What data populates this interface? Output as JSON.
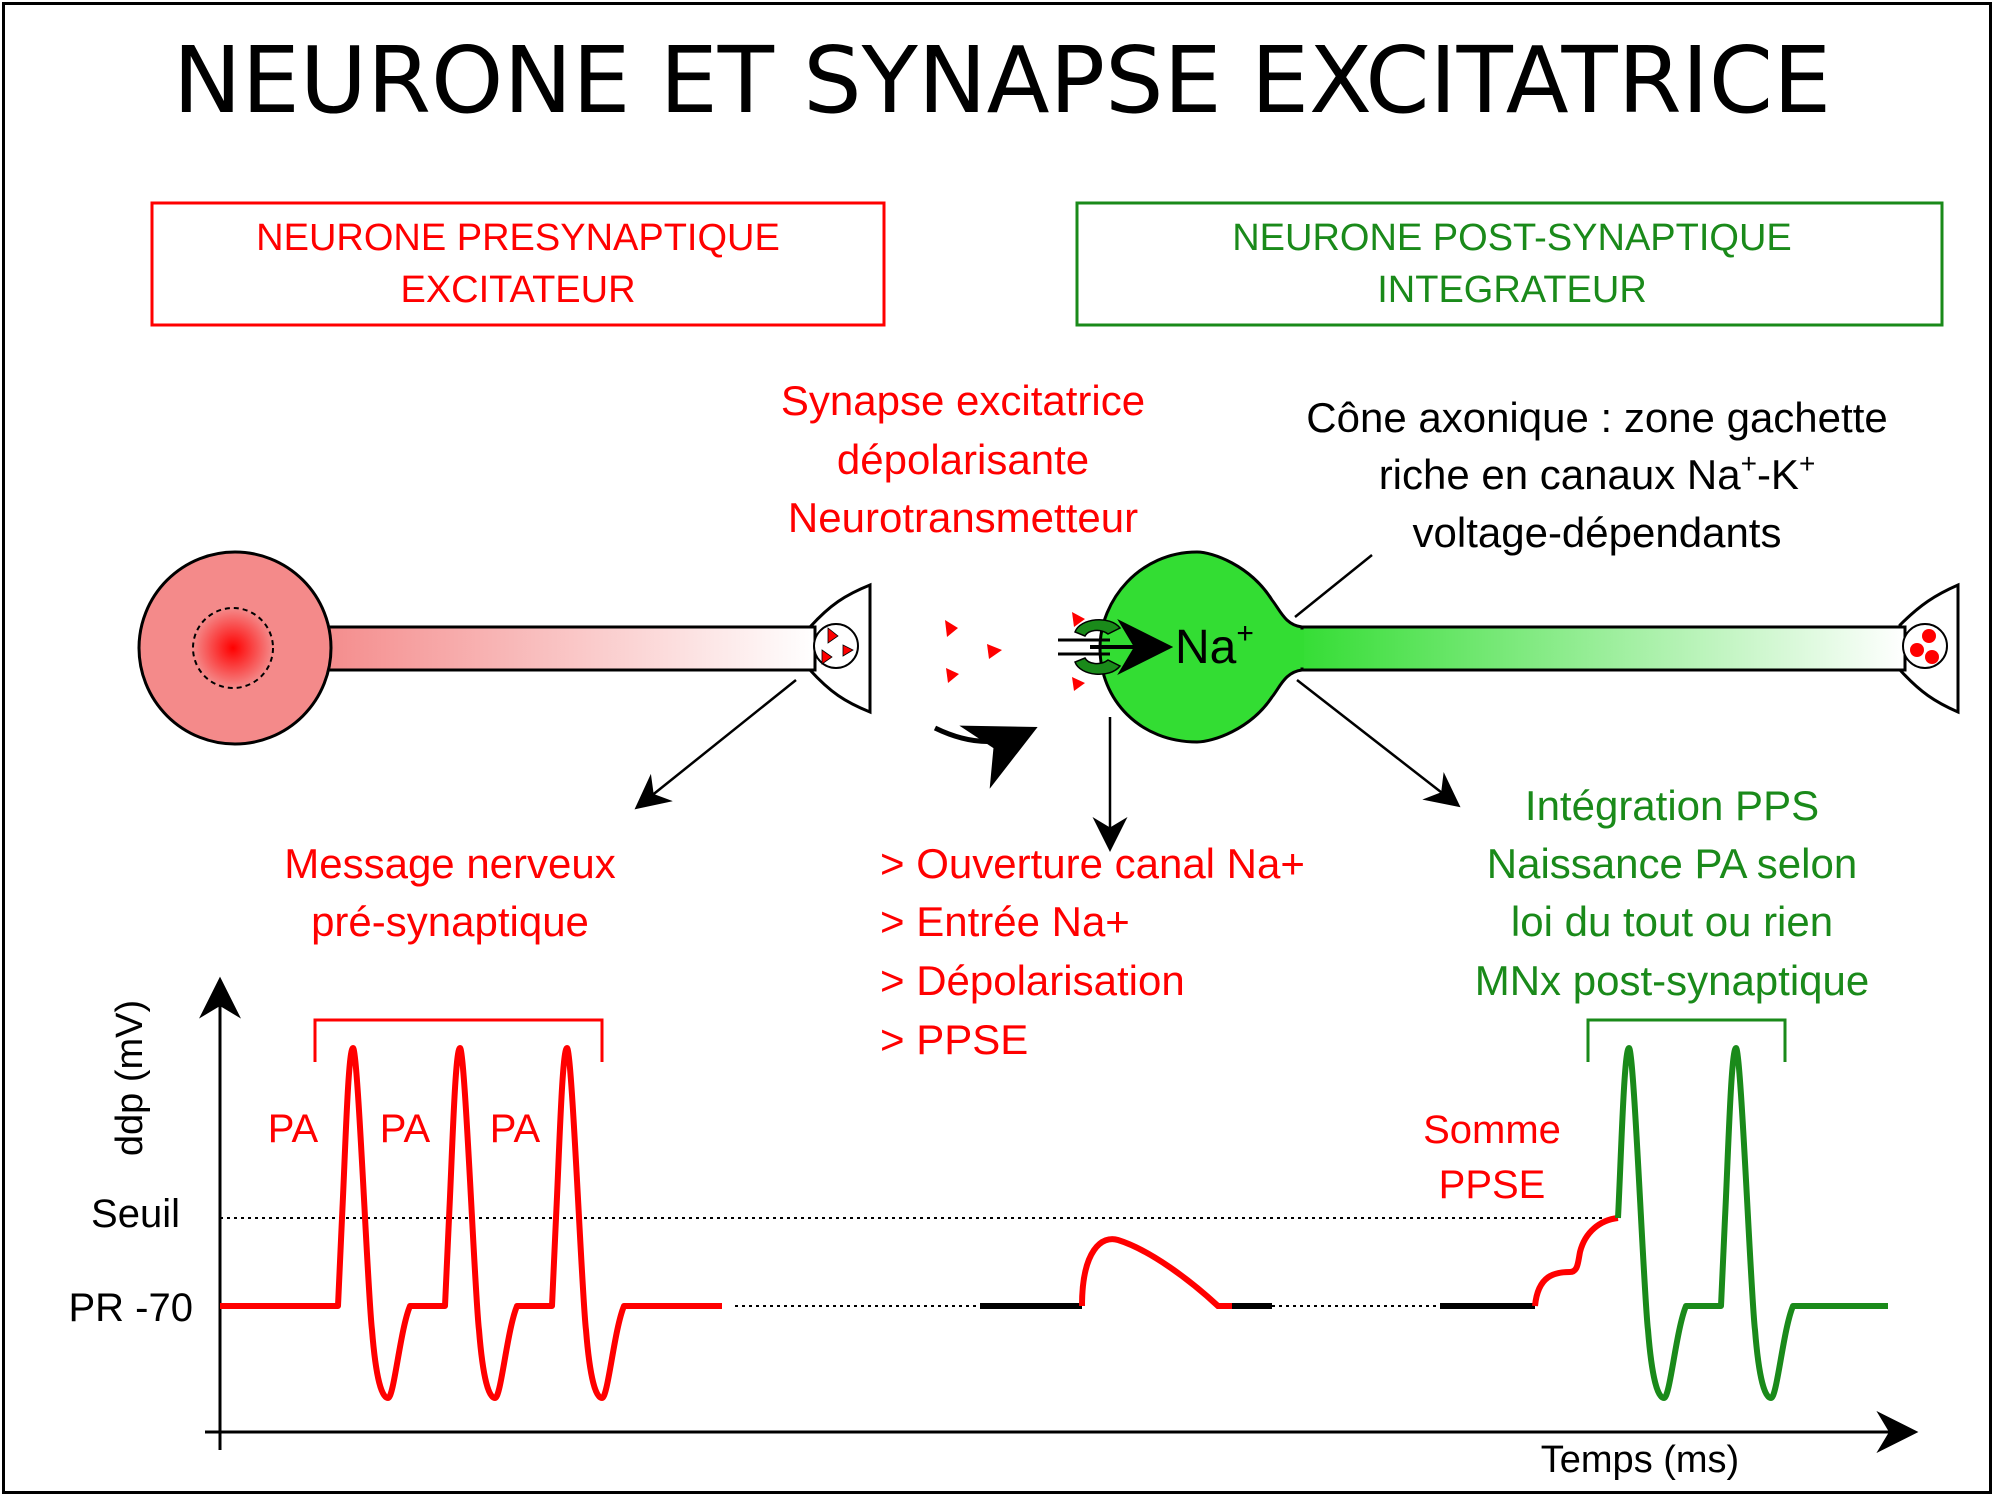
{
  "title": "NEURONE ET SYNAPSE EXCITATRICE",
  "pre_box": {
    "line1": "NEURONE PRESYNAPTIQUE",
    "line2": "EXCITATEUR"
  },
  "post_box": {
    "line1": "NEURONE POST-SYNAPTIQUE",
    "line2": "INTEGRATEUR"
  },
  "synapse_label": [
    "Synapse excitatrice",
    "dépolarisante",
    "Neurotransmetteur"
  ],
  "cone_label": {
    "line1": "Cône axonique : zone gachette",
    "line2_prefix": "riche en canaux Na",
    "line2_mid": "-K",
    "sup": "+",
    "line3": "voltage-dépendants"
  },
  "na_label": {
    "base": "Na",
    "sup": "+"
  },
  "pre_message": [
    "Message nerveux",
    "pré-synaptique"
  ],
  "synapse_steps": [
    "> Ouverture canal Na+",
    "> Entrée Na+",
    "> Dépolarisation",
    "> PPSE"
  ],
  "post_integration": [
    "Intégration PPS",
    "Naissance PA selon",
    "loi du tout ou rien",
    "MNx post-synaptique"
  ],
  "graph": {
    "y_axis_label": "ddp (mV)",
    "x_axis_label": "Temps (ms)",
    "threshold_label": "Seuil",
    "rest_label": "PR -70",
    "pa_label": "PA",
    "pa_count": 3,
    "sum_label": [
      "Somme",
      "PPSE"
    ],
    "post_pa_count": 2
  },
  "colors": {
    "red": "#ff0000",
    "green": "#1a8a1a",
    "pre_soma": "#f48a8a",
    "post_soma": "#33dd33",
    "black": "#000000"
  }
}
